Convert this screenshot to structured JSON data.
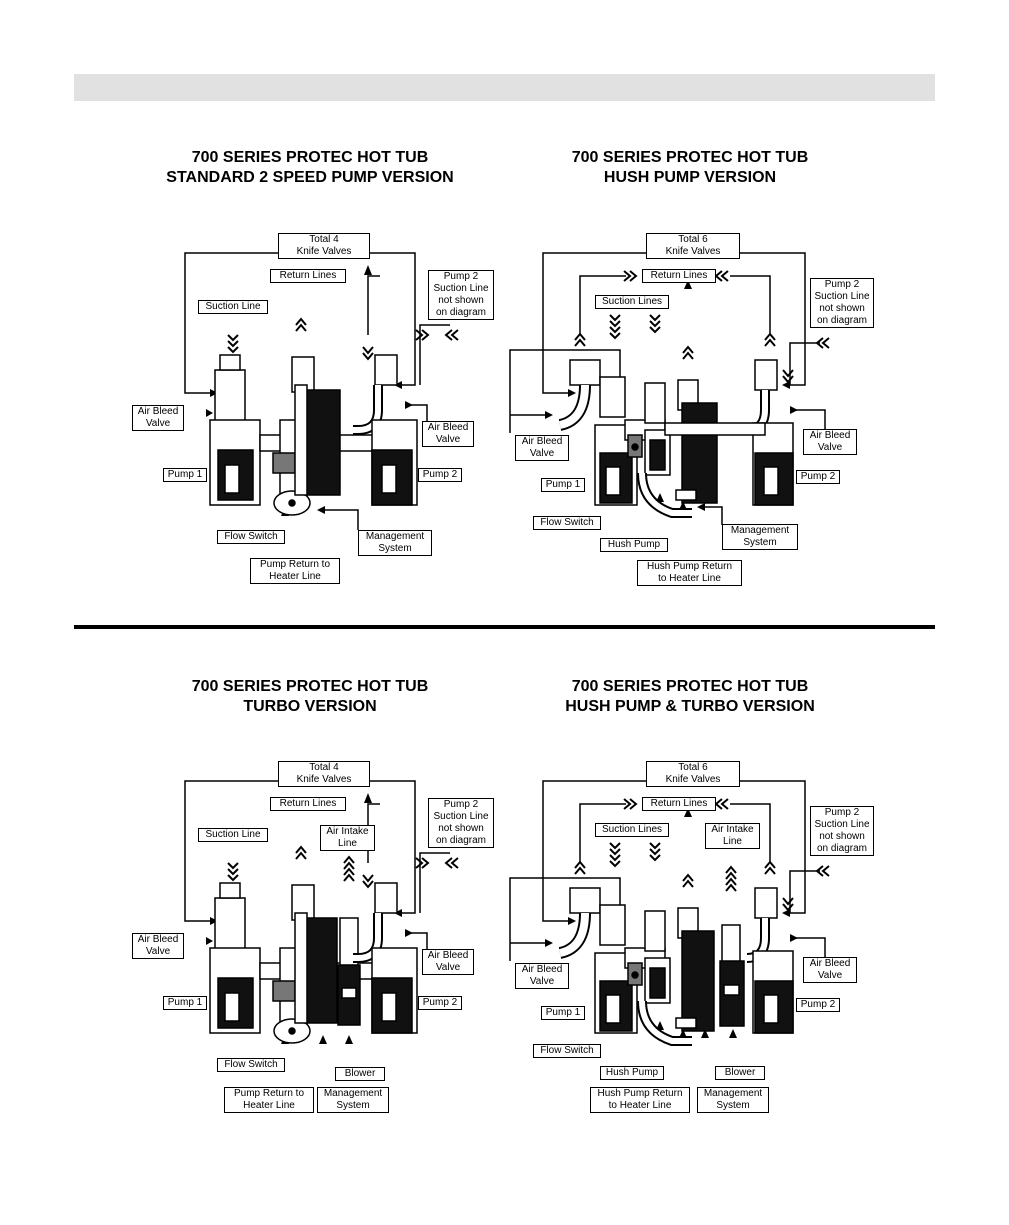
{
  "panels": [
    {
      "title": [
        "700 SERIES PROTEC HOT TUB",
        "STANDARD 2 SPEED PUMP VERSION"
      ],
      "labels": {
        "knife_valves": [
          "Total 4",
          "Knife Valves"
        ],
        "return_lines": [
          "Return Lines"
        ],
        "pump2_suction": [
          "Pump 2",
          "Suction Line",
          "not shown",
          "on diagram"
        ],
        "suction_line": [
          "Suction Line"
        ],
        "air_bleed_left": [
          "Air Bleed",
          "Valve"
        ],
        "air_bleed_right": [
          "Air Bleed",
          "Valve"
        ],
        "pump1": [
          "Pump 1"
        ],
        "pump2": [
          "Pump 2"
        ],
        "flow_switch": [
          "Flow Switch"
        ],
        "management": [
          "Management",
          "System"
        ],
        "pump_return": [
          "Pump Return to",
          "Heater Line"
        ]
      }
    },
    {
      "title": [
        "700 SERIES PROTEC HOT TUB",
        "HUSH PUMP VERSION"
      ],
      "labels": {
        "knife_valves": [
          "Total 6",
          "Knife Valves"
        ],
        "return_lines": [
          "Return Lines"
        ],
        "pump2_suction": [
          "Pump 2",
          "Suction Line",
          "not shown",
          "on diagram"
        ],
        "suction_lines": [
          "Suction Lines"
        ],
        "air_bleed_left": [
          "Air Bleed",
          "Valve"
        ],
        "air_bleed_right": [
          "Air Bleed",
          "Valve"
        ],
        "pump1": [
          "Pump 1"
        ],
        "pump2": [
          "Pump 2"
        ],
        "flow_switch": [
          "Flow Switch"
        ],
        "hush_pump": [
          "Hush Pump"
        ],
        "management": [
          "Management",
          "System"
        ],
        "hush_return": [
          "Hush Pump Return",
          "to Heater Line"
        ]
      }
    },
    {
      "title": [
        "700 SERIES PROTEC HOT TUB",
        "TURBO VERSION"
      ],
      "labels": {
        "knife_valves": [
          "Total 4",
          "Knife Valves"
        ],
        "return_lines": [
          "Return Lines"
        ],
        "pump2_suction": [
          "Pump 2",
          "Suction Line",
          "not shown",
          "on diagram"
        ],
        "suction_line": [
          "Suction Line"
        ],
        "air_intake": [
          "Air Intake",
          "Line"
        ],
        "air_bleed_left": [
          "Air Bleed",
          "Valve"
        ],
        "air_bleed_right": [
          "Air Bleed",
          "Valve"
        ],
        "pump1": [
          "Pump 1"
        ],
        "pump2": [
          "Pump 2"
        ],
        "flow_switch": [
          "Flow Switch"
        ],
        "blower": [
          "Blower"
        ],
        "pump_return": [
          "Pump Return to",
          "Heater Line"
        ],
        "management": [
          "Management",
          "System"
        ]
      }
    },
    {
      "title": [
        "700 SERIES PROTEC HOT TUB",
        "HUSH PUMP & TURBO VERSION"
      ],
      "labels": {
        "knife_valves": [
          "Total 6",
          "Knife Valves"
        ],
        "return_lines": [
          "Return Lines"
        ],
        "pump2_suction": [
          "Pump 2",
          "Suction Line",
          "not shown",
          "on diagram"
        ],
        "suction_lines": [
          "Suction Lines"
        ],
        "air_intake": [
          "Air Intake",
          "Line"
        ],
        "air_bleed_left": [
          "Air Bleed",
          "Valve"
        ],
        "air_bleed_right": [
          "Air Bleed",
          "Valve"
        ],
        "pump1": [
          "Pump 1"
        ],
        "pump2": [
          "Pump 2"
        ],
        "flow_switch": [
          "Flow Switch"
        ],
        "hush_pump": [
          "Hush Pump"
        ],
        "blower": [
          "Blower"
        ],
        "hush_return": [
          "Hush Pump Return",
          "to Heater Line"
        ],
        "management": [
          "Management",
          "System"
        ]
      }
    }
  ]
}
